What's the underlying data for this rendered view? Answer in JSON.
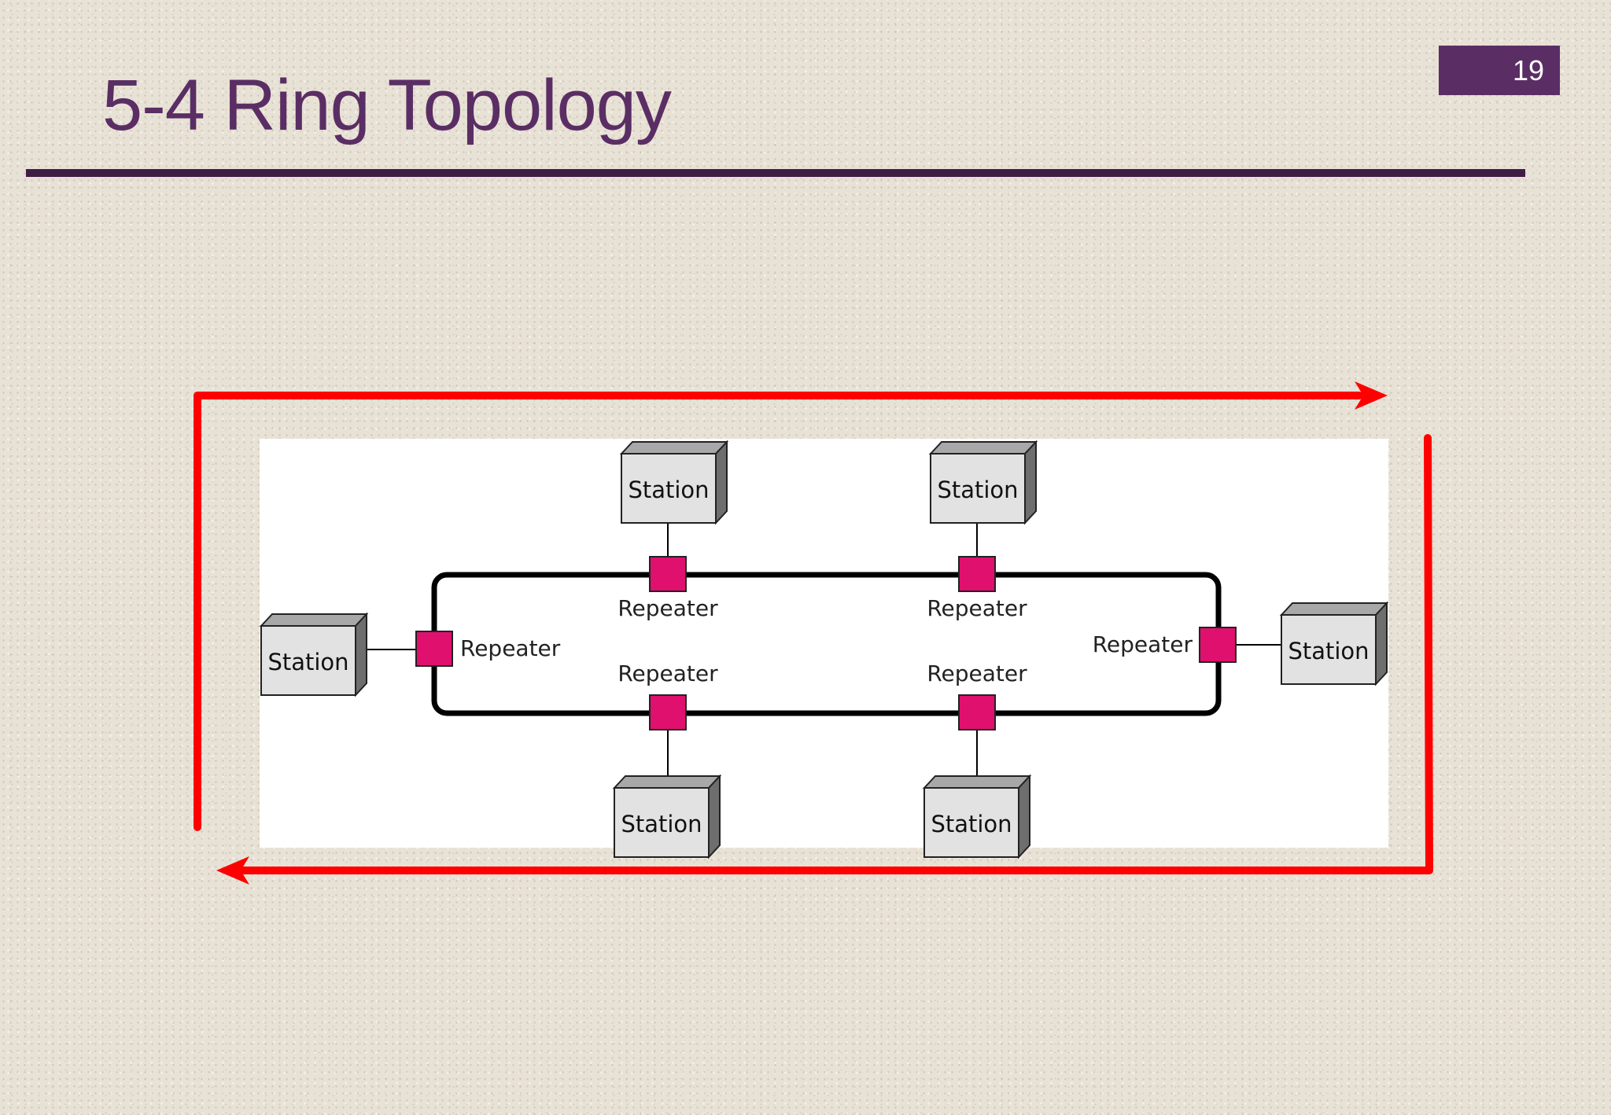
{
  "slide": {
    "title": "5-4 Ring Topology",
    "page_number": "19"
  },
  "diagram": {
    "stations": [
      {
        "id": "top-left",
        "label": "Station"
      },
      {
        "id": "top-right",
        "label": "Station"
      },
      {
        "id": "left",
        "label": "Station"
      },
      {
        "id": "right",
        "label": "Station"
      },
      {
        "id": "bottom-left",
        "label": "Station"
      },
      {
        "id": "bottom-right",
        "label": "Station"
      }
    ],
    "repeaters": [
      {
        "id": "top-left",
        "label": "Repeater"
      },
      {
        "id": "top-right",
        "label": "Repeater"
      },
      {
        "id": "left",
        "label": "Repeater"
      },
      {
        "id": "right",
        "label": "Repeater"
      },
      {
        "id": "bottom-left",
        "label": "Repeater"
      },
      {
        "id": "bottom-right",
        "label": "Repeater"
      }
    ],
    "colors": {
      "repeater": "#e0106e",
      "flow_arrow": "#ff0000",
      "title": "#5a2e64",
      "rule": "#3e1d45"
    }
  }
}
